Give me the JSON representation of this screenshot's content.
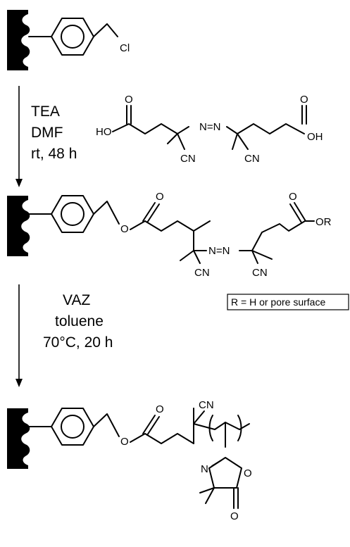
{
  "step1": {
    "reagent": "TEA",
    "solvent": "DMF",
    "conditions": "rt, 48 h"
  },
  "step2": {
    "reagent": "VAZ",
    "solvent": "toluene",
    "conditions": "70°C, 20 h"
  },
  "atoms": {
    "chlorine": "Cl",
    "hydroxyl_left": "HO",
    "hydroxyl_right": "OH",
    "oxygen": "O",
    "nitrile": "CN",
    "azo": "N=N",
    "nitrogen": "N",
    "ester_r": "OR"
  },
  "legend": "R = H or pore surface"
}
